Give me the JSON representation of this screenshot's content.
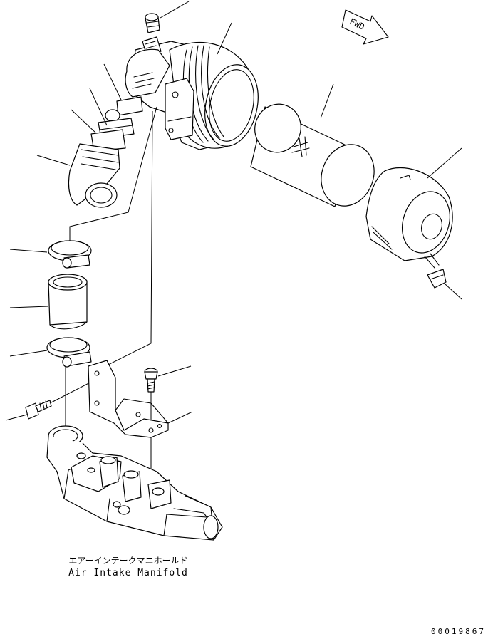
{
  "direction_marker": {
    "label": "FWD"
  },
  "caption": {
    "japanese": "エアーインテークマニホールド",
    "english": "Air Intake Manifold"
  },
  "drawing_number": "00019867"
}
